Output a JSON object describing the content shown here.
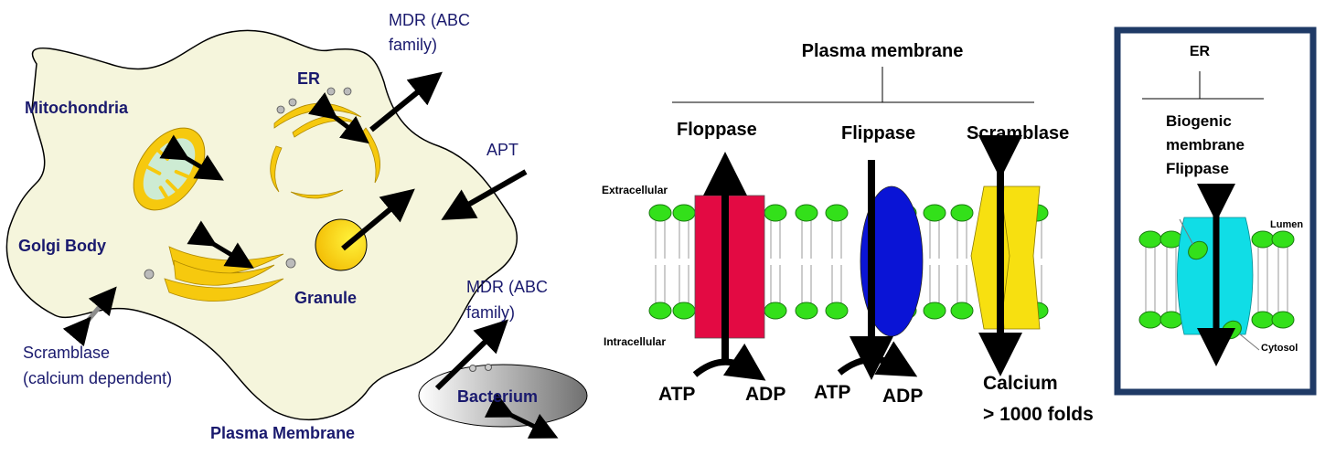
{
  "left_panel": {
    "organelles": {
      "mitochondria": "Mitochondria",
      "er": "ER",
      "golgi": "Golgi Body",
      "granule": "Granule",
      "bacterium": "Bacterium"
    },
    "labels": {
      "mdr_top_line1": "MDR (ABC",
      "mdr_top_line2": "family)",
      "apt": "APT",
      "mdr_bottom_line1": "MDR (ABC",
      "mdr_bottom_line2": "family)",
      "scramblase_line1": "Scramblase",
      "scramblase_line2": "(calcium dependent)",
      "plasma_membrane": "Plasma Membrane"
    },
    "colors": {
      "cell": "#f5f5dc",
      "organelle": "#f6c90e",
      "text": "#1a1a6e"
    }
  },
  "middle_panel": {
    "title": "Plasma membrane",
    "extracellular": "Extracellular",
    "intracellular": "Intracellular",
    "proteins": [
      {
        "name": "Floppase",
        "color": "#e30a43",
        "atp": "ATP",
        "adp": "ADP"
      },
      {
        "name": "Flippase",
        "color": "#0a14d6",
        "atp": "ATP",
        "adp": "ADP"
      },
      {
        "name": "Scramblase",
        "color": "#f7e010",
        "note_line1": "Calcium",
        "note_line2": "> 1000 folds"
      }
    ],
    "lipid_head_color": "#33e01a"
  },
  "right_panel": {
    "title": "ER",
    "subtitle_line1": "Biogenic",
    "subtitle_line2": "membrane",
    "subtitle_line3": "Flippase",
    "lumen": "Lumen",
    "cytosol": "Cytosol",
    "protein_color": "#10dde6",
    "border_color": "#1f3a66"
  }
}
